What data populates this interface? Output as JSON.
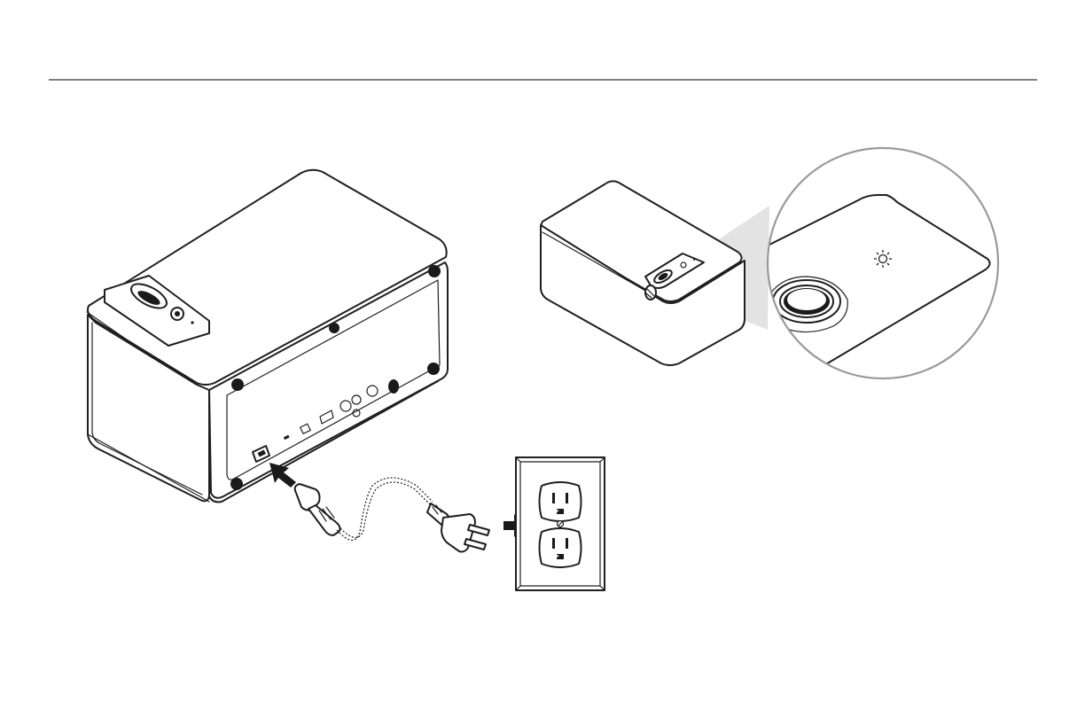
{
  "figure": {
    "steps": [
      "connect-power-cord-to-speaker",
      "plug-into-wall-outlet",
      "power-indicator-light"
    ]
  },
  "colors": {
    "line": "#1f1f1f",
    "background": "#ffffff",
    "zoom_circle": "#9a9a9a",
    "zoom_beam": "#d9d9d9"
  },
  "icons": [
    "arrow-icon",
    "light-indicator-icon"
  ]
}
